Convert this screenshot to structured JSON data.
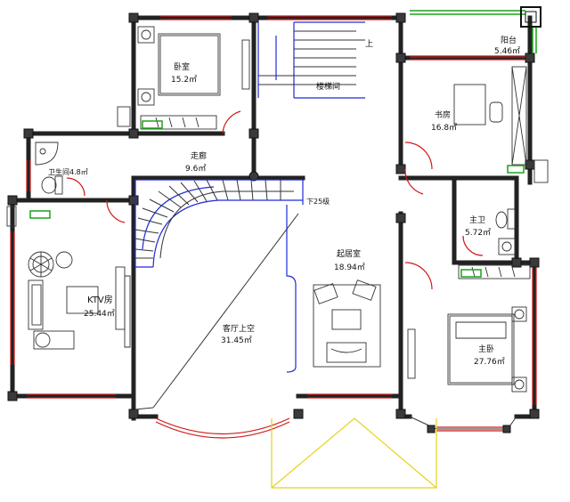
{
  "rooms": {
    "bedroom": {
      "name": "卧室",
      "area": "15.2㎡"
    },
    "stairwell": {
      "name": "楼梯间"
    },
    "study": {
      "name": "书房",
      "area": "16.8㎡"
    },
    "balcony": {
      "name": "阳台",
      "area": "5.46㎡"
    },
    "corridor": {
      "name": "走廊",
      "area": "9.6㎡"
    },
    "bathroom": {
      "name": "卫生间4.8㎡"
    },
    "ktv": {
      "name": "KTV房",
      "area": "25.44㎡"
    },
    "living_void": {
      "name": "客厅上空",
      "area": "31.45㎡"
    },
    "sitting": {
      "name": "起居室",
      "area": "18.94㎡"
    },
    "master_bath": {
      "name": "主卫",
      "area": "5.72㎡"
    },
    "master_bed": {
      "name": "主卧",
      "area": "27.76㎡"
    }
  },
  "stair_labels": {
    "up": "上",
    "down": "下25级"
  },
  "colors": {
    "wall": "#222222",
    "window": "#d01818",
    "stair": "#1d2bd8",
    "fixture": "#1aa21a",
    "porch": "#e6d21a"
  }
}
